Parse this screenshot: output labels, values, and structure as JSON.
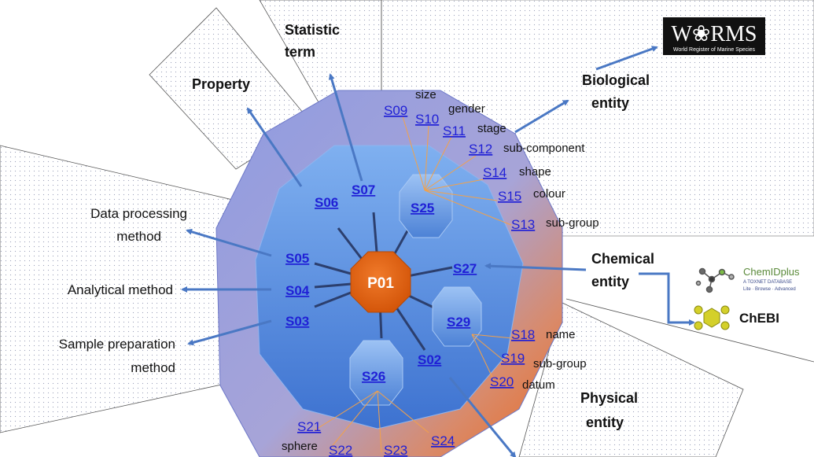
{
  "center": {
    "code": "P01"
  },
  "outer_labels": {
    "property": "Property",
    "statistic_1": "Statistic",
    "statistic_2": "term",
    "biological_1": "Biological",
    "biological_2": "entity",
    "chemical_1": "Chemical",
    "chemical_2": "entity",
    "physical_1": "Physical",
    "physical_2": "entity",
    "data_proc_1": "Data processing",
    "data_proc_2": "method",
    "analytical": "Analytical method",
    "sample_prep_1": "Sample preparation",
    "sample_prep_2": "method"
  },
  "codes": {
    "s02": "S02",
    "s03": "S03",
    "s04": "S04",
    "s05": "S05",
    "s06": "S06",
    "s07": "S07",
    "s09": "S09",
    "s10": "S10",
    "s11": "S11",
    "s12": "S12",
    "s13": "S13",
    "s14": "S14",
    "s15": "S15",
    "s18": "S18",
    "s19": "S19",
    "s20": "S20",
    "s21": "S21",
    "s22": "S22",
    "s23": "S23",
    "s24": "S24",
    "s25": "S25",
    "s26": "S26",
    "s27": "S27",
    "s29": "S29"
  },
  "descriptors": {
    "size": "size",
    "gender": "gender",
    "stage": "stage",
    "sub_component": "sub-component",
    "shape": "shape",
    "colour": "colour",
    "sub_group": "sub-group",
    "name": "name",
    "sub_group2": "sub-group",
    "datum": "datum",
    "sphere": "sphere"
  },
  "logos": {
    "worms_main": "W❀RMS",
    "worms_sub": "World Register of Marine Species",
    "chemid_main": "ChemIDplus",
    "chemid_sub1": "A TOXNET DATABASE",
    "chemid_sub2": "Lite · Browse · Advanced",
    "chebi": "ChEBI"
  },
  "colors": {
    "outer_ring": "#8d96de",
    "inner_ring": "#5c8fe3",
    "center": "#e8650f",
    "link": "#1f1fd6",
    "arrow": "#4a78c4",
    "thin_line": "#f2a14a"
  }
}
